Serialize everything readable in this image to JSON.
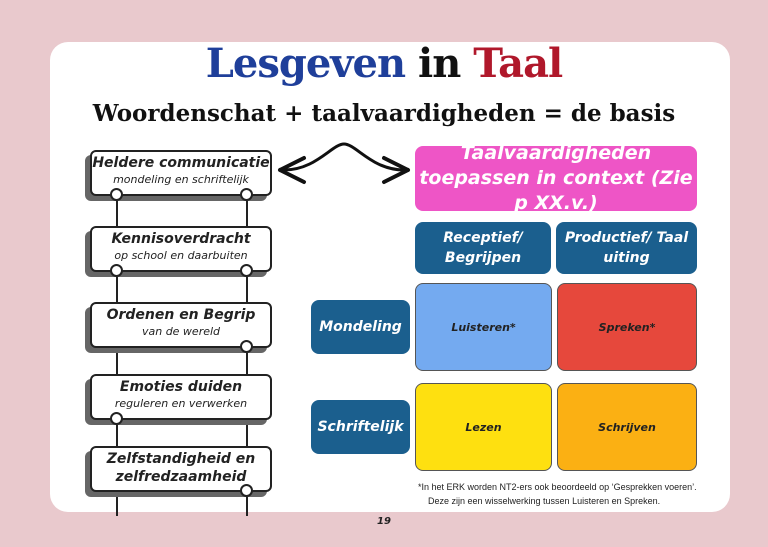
{
  "title": {
    "part1": "Lesgeven",
    "part2": "in",
    "part3": "Taal"
  },
  "subtitle": "Woordenschat + taalvaardigheden = de basis",
  "left_boxes": [
    {
      "line1": "Heldere communicatie",
      "line2": "mondeling en schriftelijk"
    },
    {
      "line1": "Kennisoverdracht",
      "line2": "op school en daarbuiten"
    },
    {
      "line1": "Ordenen en Begrip",
      "line2": "van de wereld"
    },
    {
      "line1": "Emoties duiden",
      "line2": "reguleren en verwerken"
    },
    {
      "line1": "Zelfstandigheid en",
      "line2": "zelfredzaamheid"
    }
  ],
  "right": {
    "header": "Taalvaardigheden toepassen in context (Zie p XX.v.)",
    "col1": "Receptief/ Begrijpen",
    "col2": "Productief/ Taal uiting",
    "row1": "Mondeling",
    "row2": "Schriftelijk",
    "cells": {
      "luisteren": "Luisteren*",
      "spreken": "Spreken*",
      "lezen": "Lezen",
      "schrijven": "Schrijven"
    }
  },
  "footnote": {
    "line1": "*In het ERK worden NT2-ers ook beoordeeld op ‘Gesprekken voeren’.",
    "line2": "Deze zijn een wisselwerking tussen Luisteren en Spreken."
  },
  "page_number": "19",
  "colors": {
    "pink": "#ee55c6",
    "dark_blue": "#1b5f8e",
    "light_blue": "#74aaf0",
    "red": "#e6483c",
    "yellow": "#fee010",
    "orange": "#fbb013"
  }
}
